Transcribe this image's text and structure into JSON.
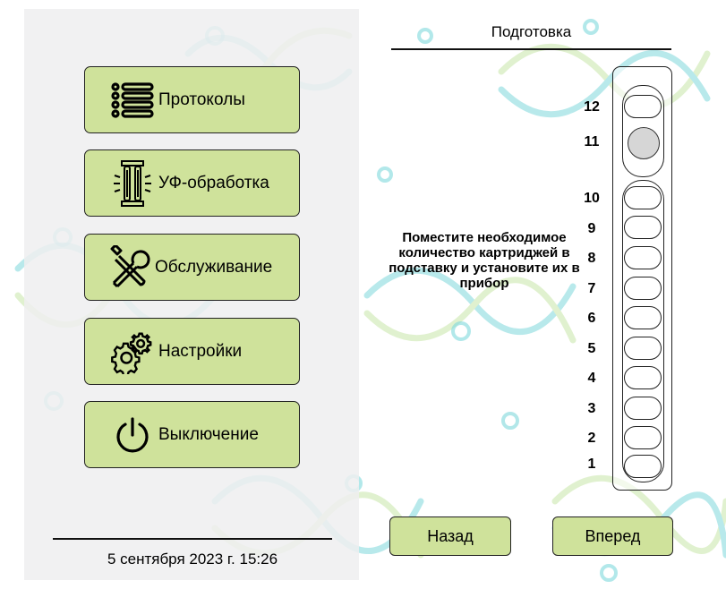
{
  "menu": {
    "items": [
      {
        "id": "protocols",
        "label": "Протоколы",
        "icon": "list-icon"
      },
      {
        "id": "uv",
        "label": "УФ-обработка",
        "icon": "uv-lamp-icon"
      },
      {
        "id": "service",
        "label": "Обслуживание",
        "icon": "tools-icon"
      },
      {
        "id": "settings",
        "label": "Настройки",
        "icon": "gears-icon"
      },
      {
        "id": "power",
        "label": "Выключение",
        "icon": "power-icon"
      }
    ]
  },
  "status": {
    "datetime": "5 сентября 2023 г.  15:26"
  },
  "prep": {
    "title": "Подготовка",
    "instruction": "Поместите необходимое количество картриджей в подставку и установите их в прибор",
    "slot_numbers": [
      "12",
      "11",
      "10",
      "9",
      "8",
      "7",
      "6",
      "5",
      "4",
      "3",
      "2",
      "1"
    ],
    "back_label": "Назад",
    "next_label": "Вперед"
  },
  "colors": {
    "button": "#cfe29b",
    "panel": "#eeeef0",
    "dna_teal": "#7fd8dc",
    "dna_green": "#c8e6a8"
  }
}
